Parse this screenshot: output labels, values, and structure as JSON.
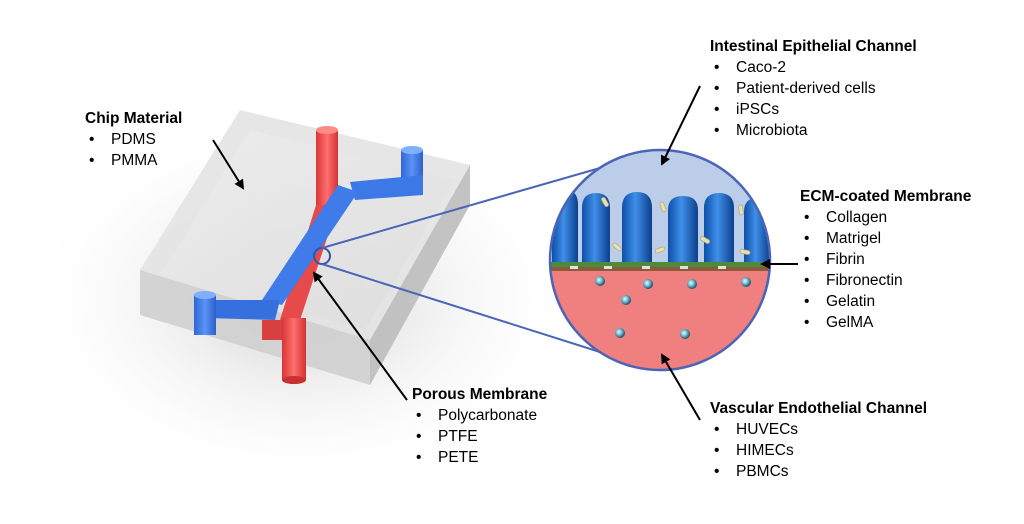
{
  "chip_material": {
    "title": "Chip Material",
    "items": [
      "PDMS",
      "PMMA"
    ]
  },
  "intestinal_channel": {
    "title": "Intestinal Epithelial Channel",
    "items": [
      "Caco-2",
      "Patient-derived cells",
      "iPSCs",
      "Microbiota"
    ]
  },
  "ecm_membrane": {
    "title": "ECM-coated Membrane",
    "items": [
      "Collagen",
      "Matrigel",
      "Fibrin",
      "Fibronectin",
      "Gelatin",
      "GelMA"
    ]
  },
  "porous_membrane": {
    "title": "Porous Membrane",
    "items": [
      "Polycarbonate",
      "PTFE",
      "PETE"
    ]
  },
  "vascular_channel": {
    "title": "Vascular Endothelial Channel",
    "items": [
      "HUVECs",
      "HIMECs",
      "PBMCs"
    ]
  },
  "colors": {
    "epithelial_channel": "#3b78e7",
    "vascular_channel": "#ee4b4b",
    "membrane": "#4d8a3a",
    "lumen_top": "#bfd0ec",
    "lumen_bottom": "#f08a8a",
    "callout_line": "#4a64b8"
  }
}
